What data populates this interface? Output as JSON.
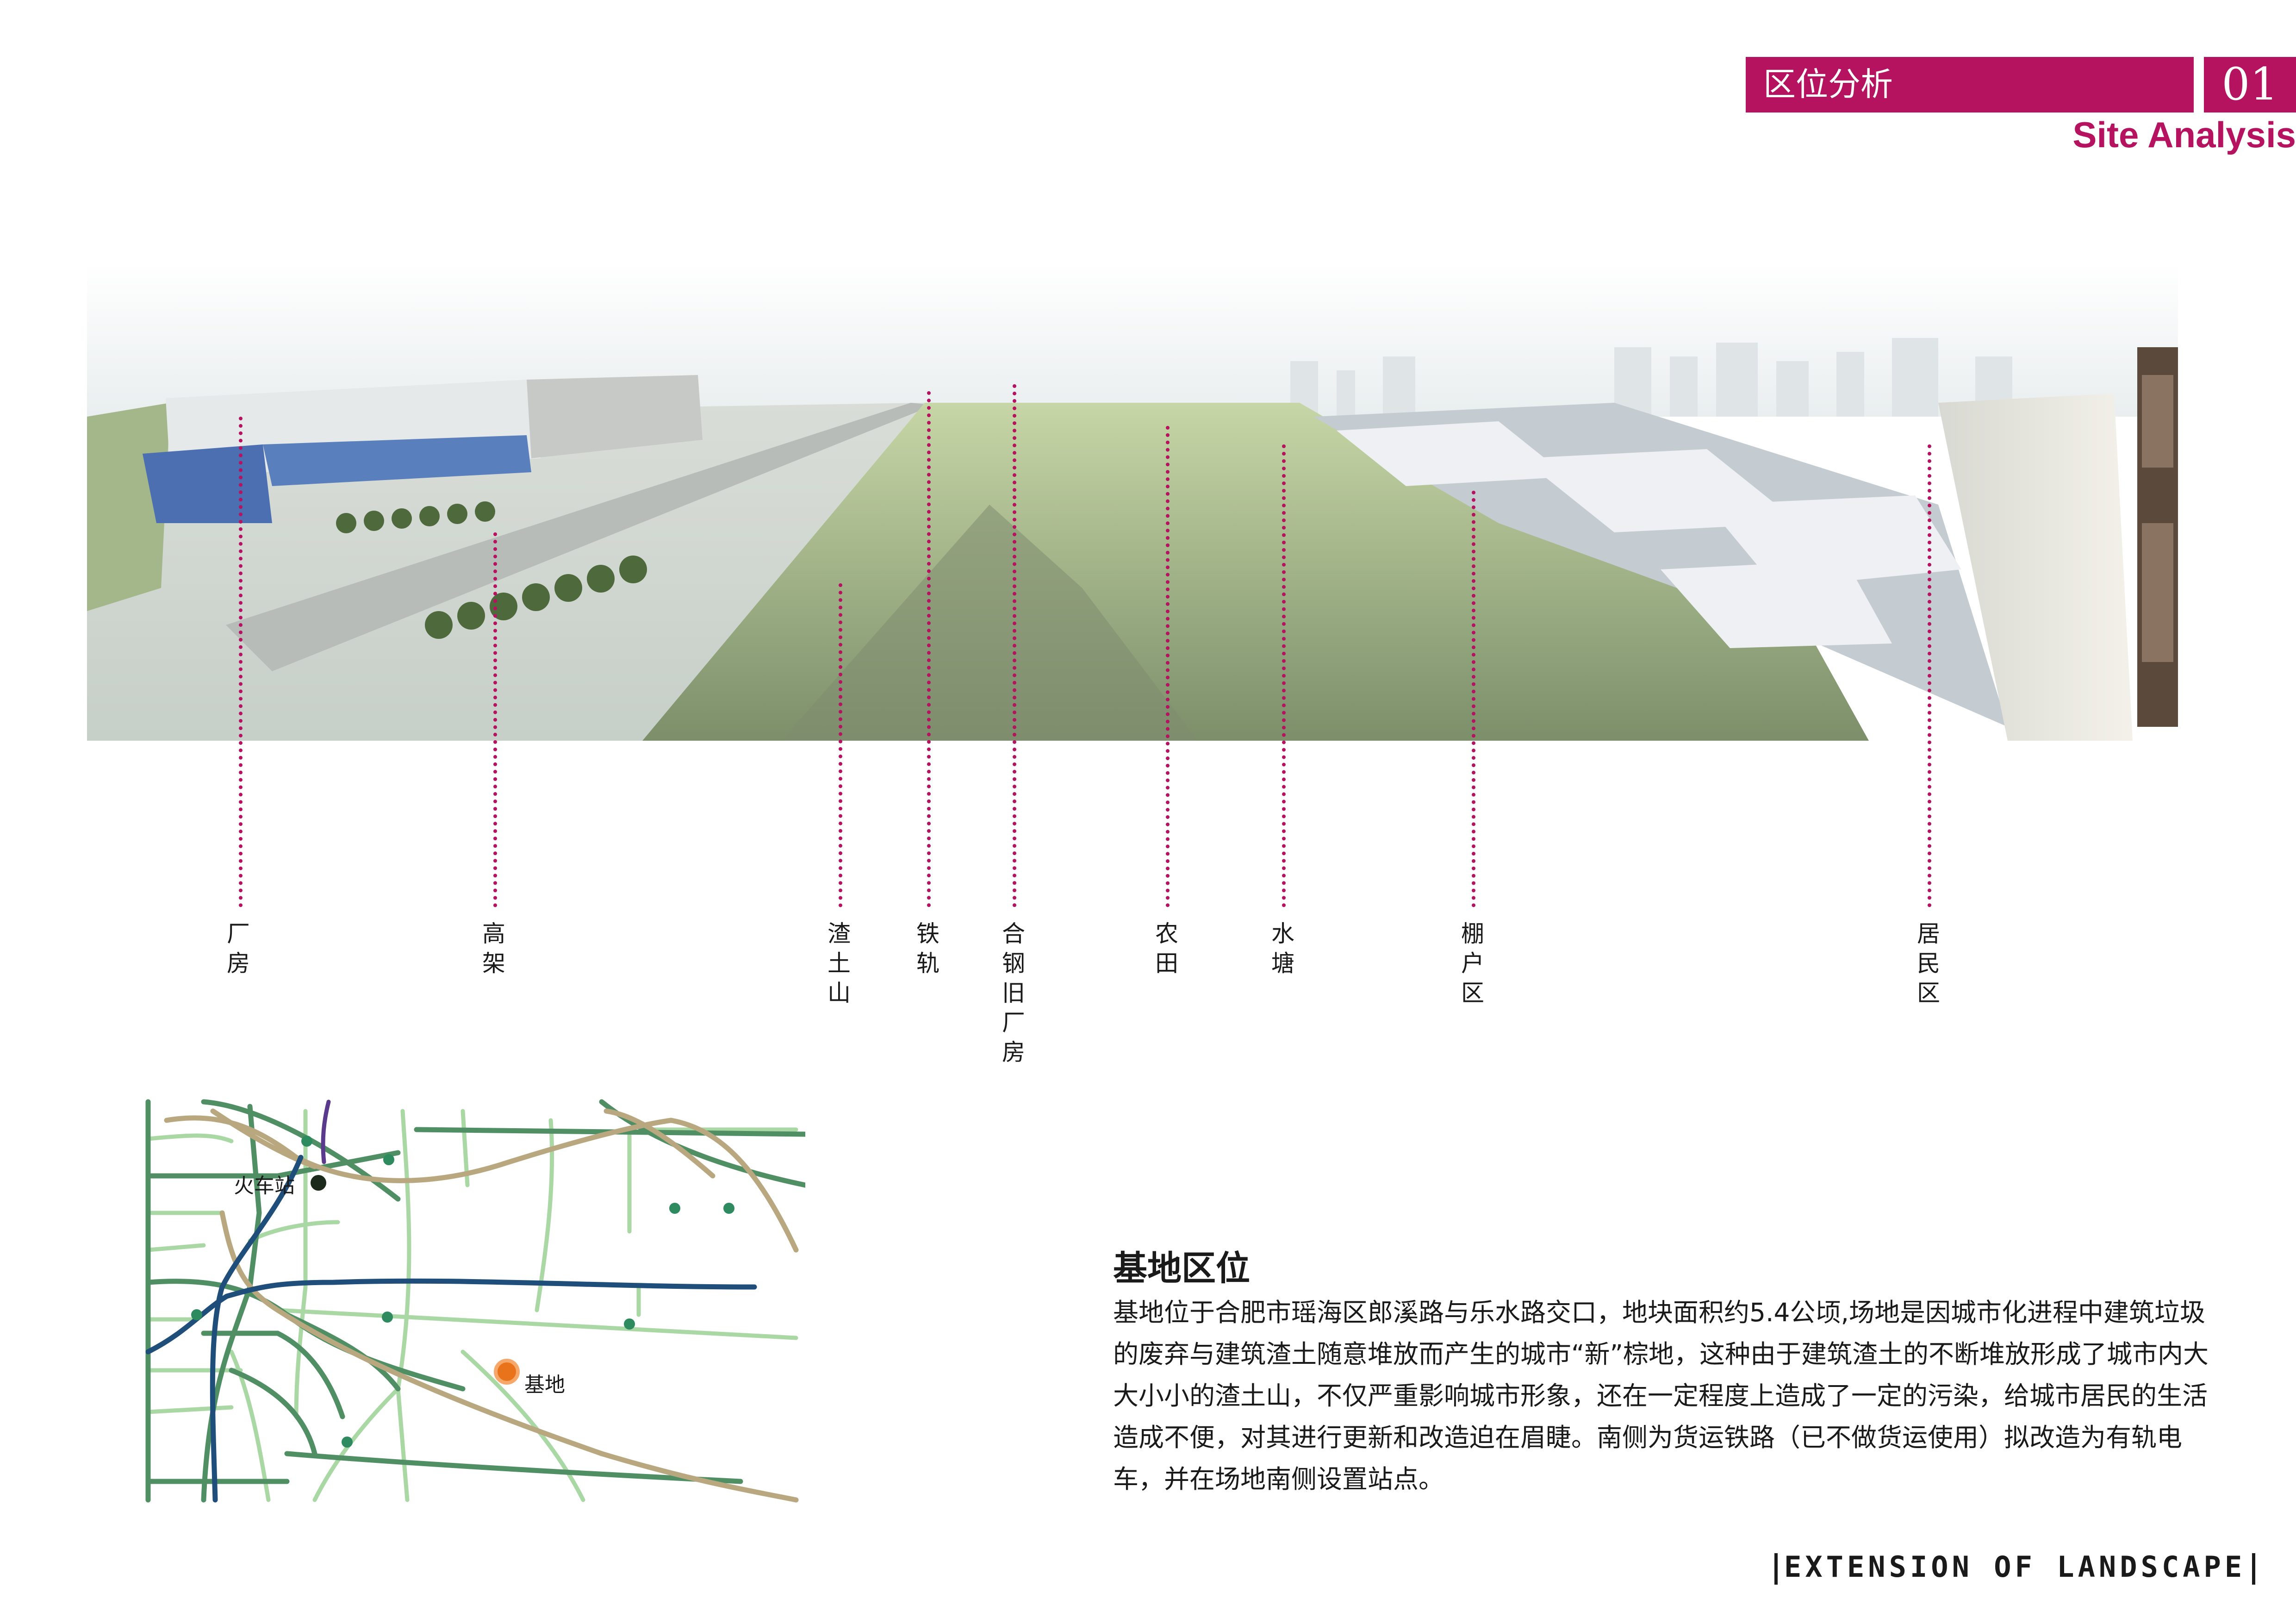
{
  "header": {
    "title": "区位分析",
    "number": "01",
    "subtitle": "Site Analysis"
  },
  "panorama": {
    "callouts": [
      {
        "id": "factory",
        "label": "厂房"
      },
      {
        "id": "viaduct",
        "label": "高架"
      },
      {
        "id": "slag-hill",
        "label": "渣土山"
      },
      {
        "id": "railway",
        "label": "铁轨"
      },
      {
        "id": "old-steel-factory",
        "label": "合钢旧厂房"
      },
      {
        "id": "farmland",
        "label": "农田"
      },
      {
        "id": "pond",
        "label": "水塘"
      },
      {
        "id": "shanty",
        "label": "棚户区"
      },
      {
        "id": "residential",
        "label": "居民区"
      }
    ]
  },
  "map": {
    "station_label": "火车站",
    "site_label": "基地"
  },
  "section": {
    "title": "基地区位",
    "body": "基地位于合肥市瑶海区郎溪路与乐水路交口，地块面积约5.4公顷,场地是因城市化进程中建筑垃圾的废弃与建筑渣土随意堆放而产生的城市“新”棕地，这种由于建筑渣土的不断堆放形成了城市内大大小小的渣土山，不仅严重影响城市形象，还在一定程度上造成了一定的污染，给城市居民的生活造成不便，对其进行更新和改造迫在眉睫。南侧为货运铁路（已不做货运使用）拟改造为有轨电车，并在场地南侧设置站点。"
  },
  "footer": {
    "text": "EXTENSION OF LANDSCAPE"
  },
  "colors": {
    "accent": "#b5125f",
    "road_dark": "#4f8f63",
    "road_light": "#a9d8a4",
    "rail": "#b9a87f",
    "metro": "#1f4e7a",
    "site_marker": "#e8731a"
  }
}
